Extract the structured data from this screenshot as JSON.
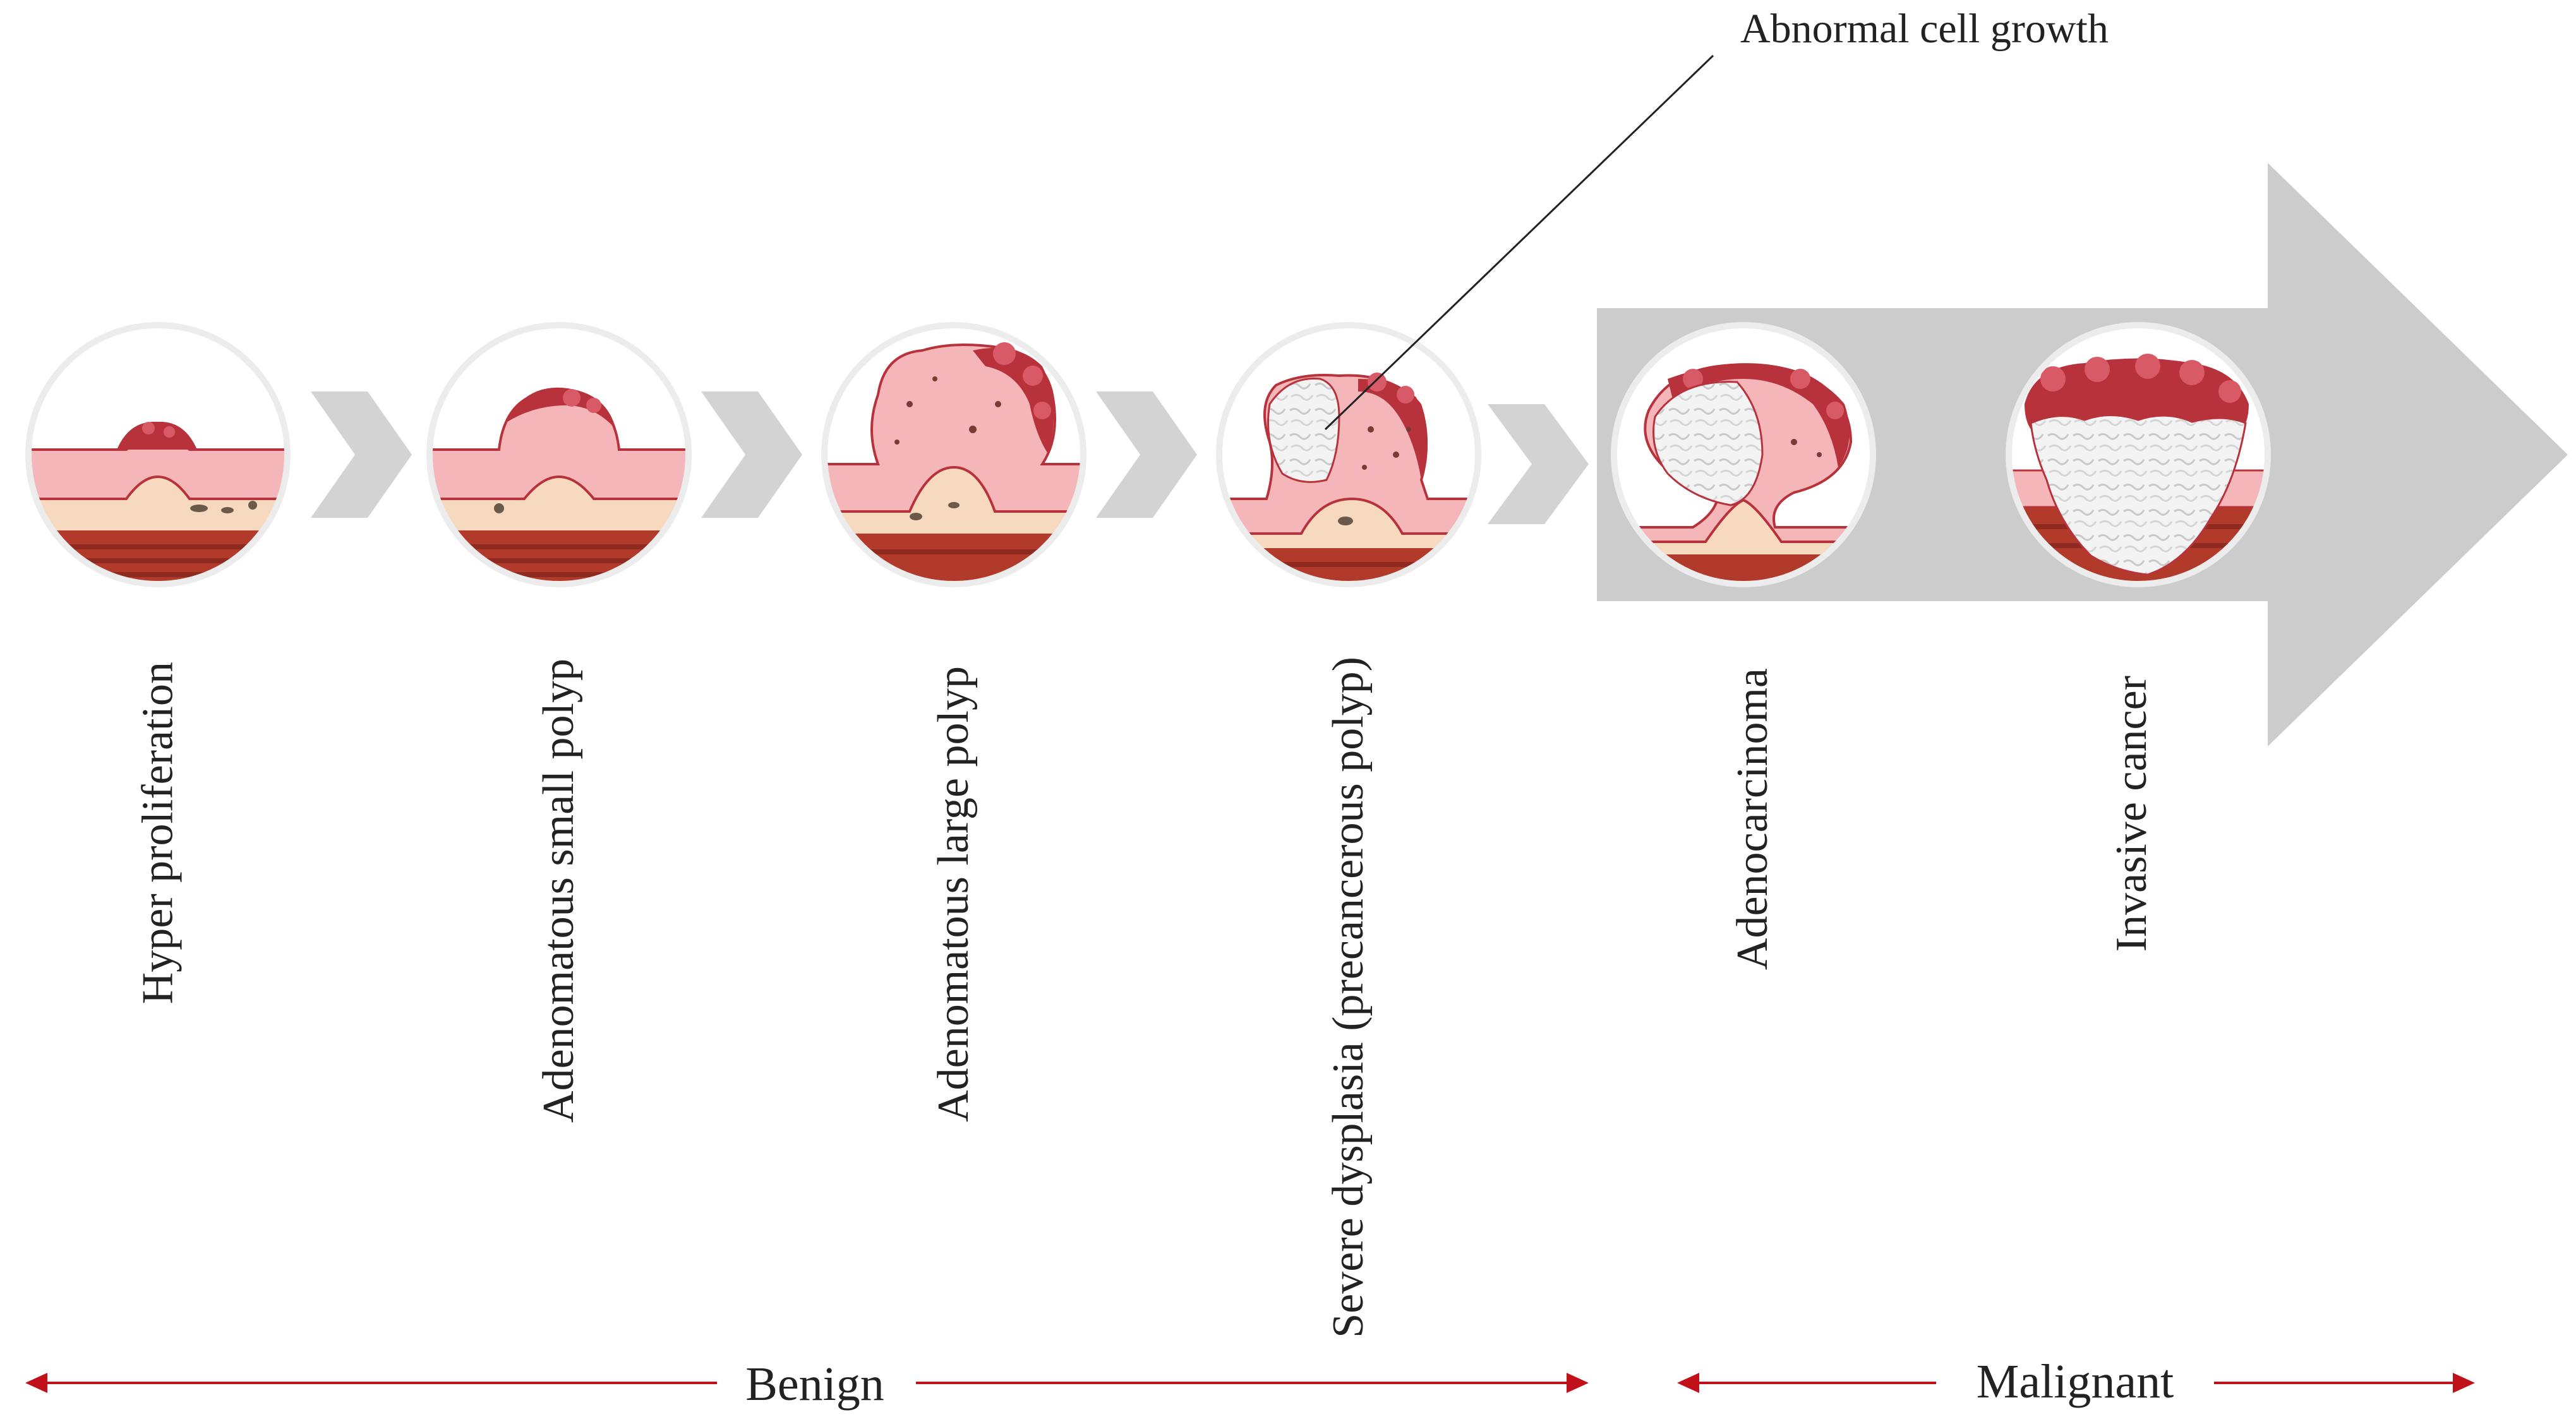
{
  "stages": [
    {
      "label": "Hyper proliferation",
      "icon": "hyper-proliferation-illustration"
    },
    {
      "label": "Adenomatous small polyp",
      "icon": "small-polyp-illustration"
    },
    {
      "label": "Adenomatous large polyp",
      "icon": "large-polyp-illustration"
    },
    {
      "label": "Severe dysplasia (precancerous polyp)",
      "icon": "severe-dysplasia-illustration"
    },
    {
      "label": "Adenocarcinoma",
      "icon": "adenocarcinoma-illustration"
    },
    {
      "label": "Invasive cancer",
      "icon": "invasive-cancer-illustration"
    }
  ],
  "callout": {
    "label": "Abnormal cell growth"
  },
  "ranges": {
    "benign": "Benign",
    "malignant": "Malignant"
  },
  "colors": {
    "range_arrow": "#c0101a",
    "big_arrow": "#cccccc",
    "chevron": "#d0d0d0",
    "tissue_pink": "#f4b6b8",
    "tissue_polyp": "#b8323c",
    "muscle": "#b23a2a",
    "submucosa": "#f7d9bf",
    "tumor_white": "#efefef"
  }
}
